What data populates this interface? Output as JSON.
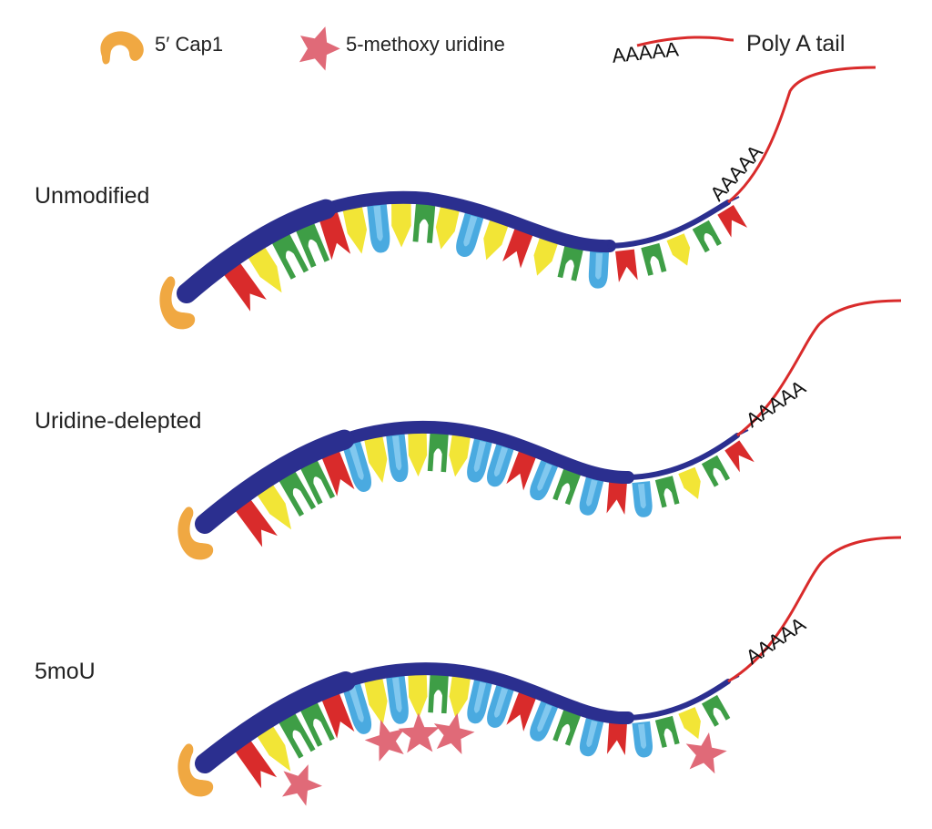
{
  "legend": {
    "cap": {
      "label": "5′ Cap1",
      "icon": "cap-icon",
      "color": "#F0A842"
    },
    "modified_uridine": {
      "label": "5-methoxy uridine",
      "icon": "star-icon",
      "color": "#E06A78"
    },
    "poly_a": {
      "label": "Poly A tail",
      "sequence": "AAAAA",
      "color": "#D92B2B"
    }
  },
  "colors": {
    "backbone": "#2B2F8F",
    "nucleotide_red": "#D92B2B",
    "nucleotide_yellow": "#F2E536",
    "nucleotide_green": "#3E9E46",
    "nucleotide_blue": "#4AAAE0"
  },
  "rows": [
    {
      "label": "Unmodified",
      "poly_a_text": "AAAAA",
      "nucleotides": [
        "R",
        "Y",
        "G",
        "G",
        "R",
        "Y",
        "B",
        "Y",
        "G",
        "Y",
        "B",
        "Y",
        "R",
        "Y",
        "G",
        "B",
        "R",
        "G",
        "Y",
        "G",
        "R"
      ],
      "star_positions": []
    },
    {
      "label": "Uridine-delepted",
      "poly_a_text": "AAAAA",
      "nucleotides": [
        "R",
        "Y",
        "G",
        "G",
        "R",
        "B",
        "Y",
        "B",
        "Y",
        "G",
        "Y",
        "B",
        "B",
        "R",
        "B",
        "G",
        "B",
        "R",
        "B",
        "G",
        "Y",
        "G",
        "R"
      ],
      "star_positions": []
    },
    {
      "label": "5moU",
      "poly_a_text": "AAAAA",
      "nucleotides": [
        "R",
        "Y",
        "G",
        "G",
        "R",
        "B",
        "Y",
        "B",
        "Y",
        "G",
        "Y",
        "B",
        "B",
        "R",
        "B",
        "G",
        "B",
        "R",
        "B",
        "G",
        "Y",
        "G",
        "R"
      ],
      "star_positions": [
        1,
        6,
        8,
        10,
        20
      ]
    }
  ]
}
